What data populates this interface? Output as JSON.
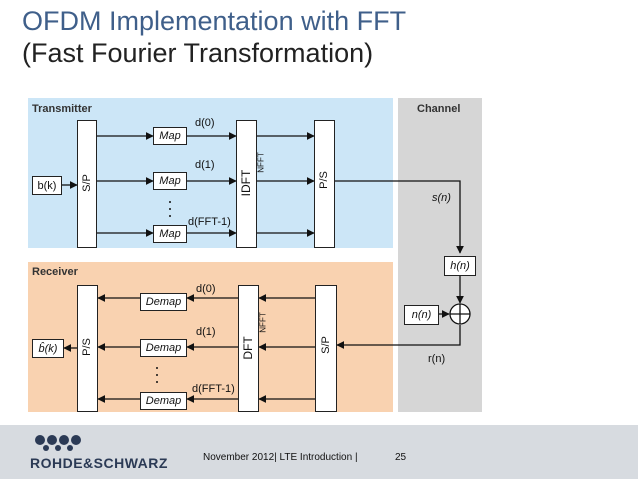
{
  "title_line1": "OFDM Implementation with FFT",
  "title_line2": "(Fast Fourier Transformation)",
  "transmitter": {
    "label": "Transmitter",
    "input": "b(k)",
    "sp": "S/P",
    "map": "Map",
    "d0": "d(0)",
    "d1": "d(1)",
    "dn": "d(FFT-1)",
    "idft": "IDFT",
    "nfft": "NFFT",
    "ps": "P/S"
  },
  "channel": {
    "label": "Channel",
    "sn": "s(n)",
    "hn": "h(n)",
    "nn": "n(n)",
    "rn": "r(n)"
  },
  "receiver": {
    "label": "Receiver",
    "output": "b̂(k)",
    "ps": "P/S",
    "demap": "Demap",
    "d0": "d(0)",
    "d1": "d(1)",
    "dn": "d(FFT-1)",
    "dft": "DFT",
    "nfft": "NFFT",
    "sp": "S/P"
  },
  "footer": {
    "date": "November 2012",
    "topic": "LTE Introduction",
    "page": "25",
    "brand": "ROHDE&SCHWARZ"
  },
  "colors": {
    "transmitter_bg": "#cce6f7",
    "receiver_bg": "#f9d2b0",
    "channel_bg": "#d6d6d6",
    "title": "#3f5f8a"
  }
}
